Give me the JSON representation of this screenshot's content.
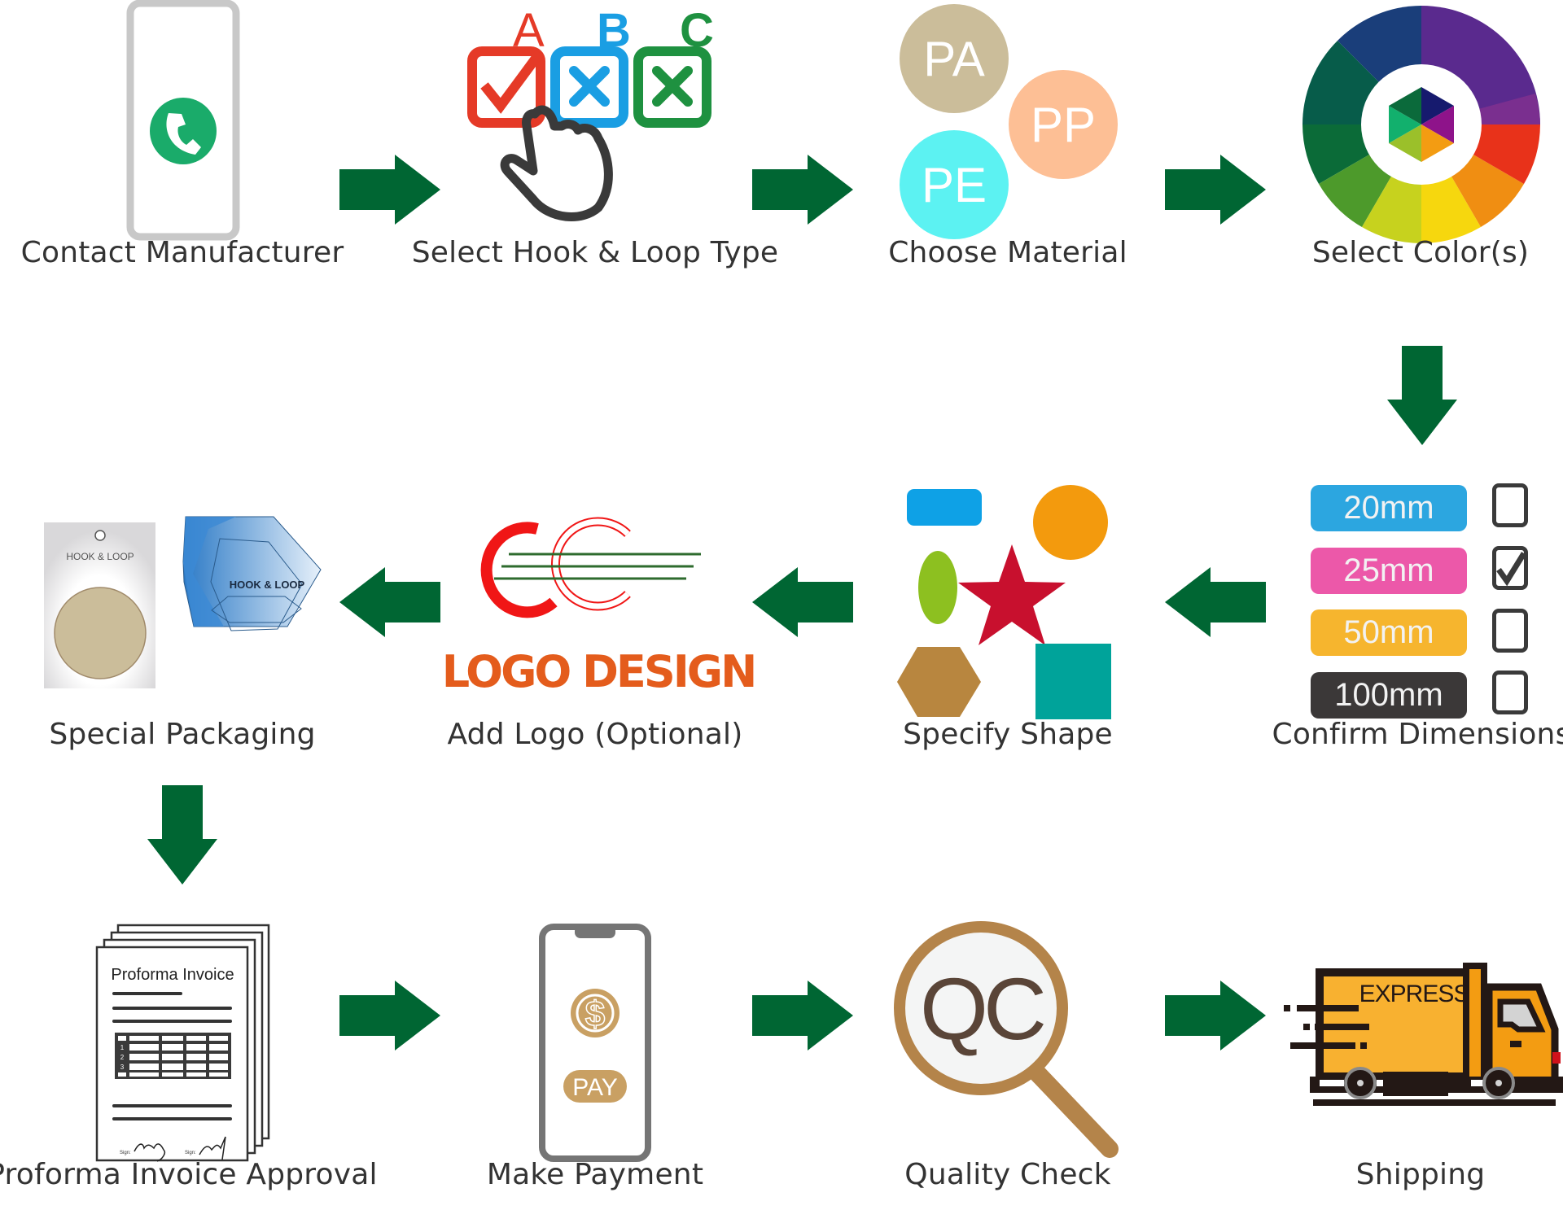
{
  "diagram": {
    "title": "Hook & Loop Custom Order Process",
    "arrow_color": "#006633",
    "steps": [
      {
        "id": 1,
        "label": "Contact Manufacturer",
        "icon": "phone-call-icon"
      },
      {
        "id": 2,
        "label": "Select Hook & Loop Type",
        "icon": "abc-checkbox-hand-icon",
        "options": [
          {
            "letter": "A",
            "state": "checked",
            "color": "#e53a27"
          },
          {
            "letter": "B",
            "state": "crossed",
            "color": "#1a9ee3"
          },
          {
            "letter": "C",
            "state": "crossed",
            "color": "#1e9140"
          }
        ]
      },
      {
        "id": 3,
        "label": "Choose Material",
        "icon": "material-bubbles-icon",
        "materials": [
          {
            "name": "PA",
            "color": "#cbbd9a"
          },
          {
            "name": "PP",
            "color": "#fdbf95"
          },
          {
            "name": "PE",
            "color": "#5cf2f2"
          }
        ]
      },
      {
        "id": 4,
        "label": "Select Color(s)",
        "icon": "color-wheel-icon"
      },
      {
        "id": 5,
        "label": "Confirm Dimensions",
        "icon": "dimension-checklist-icon",
        "sizes": [
          {
            "value": "20mm",
            "color": "#2ca6e0",
            "checked": false
          },
          {
            "value": "25mm",
            "color": "#ec58a9",
            "checked": true
          },
          {
            "value": "50mm",
            "color": "#f6b52e",
            "checked": false
          },
          {
            "value": "100mm",
            "color": "#3b3838",
            "checked": false
          }
        ]
      },
      {
        "id": 6,
        "label": "Specify Shape",
        "icon": "shapes-icon"
      },
      {
        "id": 7,
        "label": "Add Logo (Optional)",
        "icon": "logo-design-icon",
        "logo_text": "LOGO DESIGN"
      },
      {
        "id": 8,
        "label": "Special Packaging",
        "icon": "packaging-icon",
        "package_text": "HOOK & LOOP"
      },
      {
        "id": 9,
        "label": "Proforma Invoice Approval",
        "icon": "invoice-document-icon",
        "doc_title": "Proforma Invoice",
        "rows": [
          "1",
          "2",
          "3"
        ],
        "sign_label": "Sign:"
      },
      {
        "id": 10,
        "label": "Make Payment",
        "icon": "mobile-pay-icon",
        "pay_text": "PAY",
        "currency": "$"
      },
      {
        "id": 11,
        "label": "Quality Check",
        "icon": "qc-magnifier-icon",
        "qc_text": "QC"
      },
      {
        "id": 12,
        "label": "Shipping",
        "icon": "express-truck-icon",
        "truck_text": "EXPRESS"
      }
    ],
    "flow": [
      {
        "from": 1,
        "to": 2,
        "direction": "right"
      },
      {
        "from": 2,
        "to": 3,
        "direction": "right"
      },
      {
        "from": 3,
        "to": 4,
        "direction": "right"
      },
      {
        "from": 4,
        "to": 5,
        "direction": "down"
      },
      {
        "from": 5,
        "to": 6,
        "direction": "left"
      },
      {
        "from": 6,
        "to": 7,
        "direction": "left"
      },
      {
        "from": 7,
        "to": 8,
        "direction": "left"
      },
      {
        "from": 8,
        "to": 9,
        "direction": "down"
      },
      {
        "from": 9,
        "to": 10,
        "direction": "right"
      },
      {
        "from": 10,
        "to": 11,
        "direction": "right"
      },
      {
        "from": 11,
        "to": 12,
        "direction": "right"
      }
    ]
  }
}
